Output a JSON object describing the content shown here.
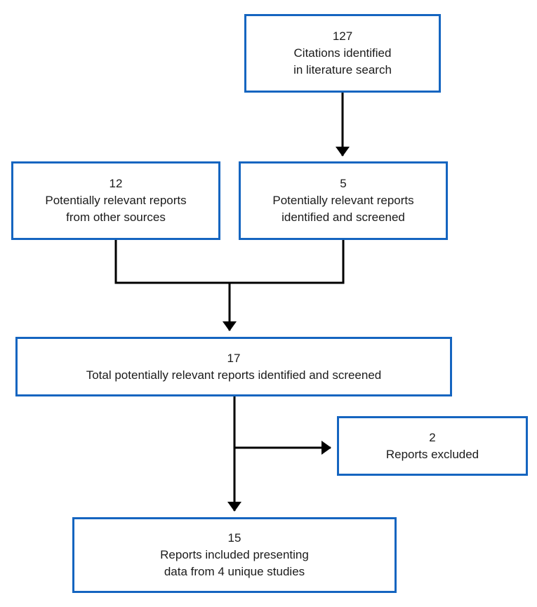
{
  "colors": {
    "box_border": "#1565C0",
    "connector": "#000000",
    "text": "#1b1b1b",
    "background": "#ffffff"
  },
  "flowchart": {
    "boxes": [
      {
        "id": "citations",
        "count": "127",
        "label": "Citations identified\nin literature search"
      },
      {
        "id": "other-sources",
        "count": "12",
        "label": "Potentially relevant reports\nfrom other sources"
      },
      {
        "id": "screened",
        "count": "5",
        "label": "Potentially relevant reports\nidentified and screened"
      },
      {
        "id": "total-screened",
        "count": "17",
        "label": "Total potentially relevant reports identified and screened"
      },
      {
        "id": "excluded",
        "count": "2",
        "label": "Reports excluded"
      },
      {
        "id": "included",
        "count": "15",
        "label": "Reports included presenting\ndata from 4 unique studies"
      }
    ]
  }
}
